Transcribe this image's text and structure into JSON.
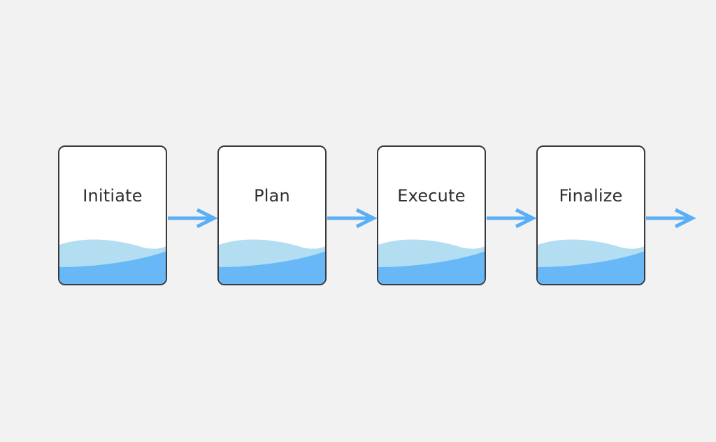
{
  "steps": [
    {
      "label": "Initiate"
    },
    {
      "label": "Plan"
    },
    {
      "label": "Execute"
    },
    {
      "label": "Finalize"
    }
  ],
  "colors": {
    "background": "#f2f2f2",
    "card_fill": "#ffffff",
    "card_border": "#3a3a3a",
    "wave_light": "#b3ddf1",
    "wave_dark": "#68b7f7",
    "arrow": "#5aaef6"
  },
  "icons": {
    "connector": "right-arrow-icon"
  }
}
